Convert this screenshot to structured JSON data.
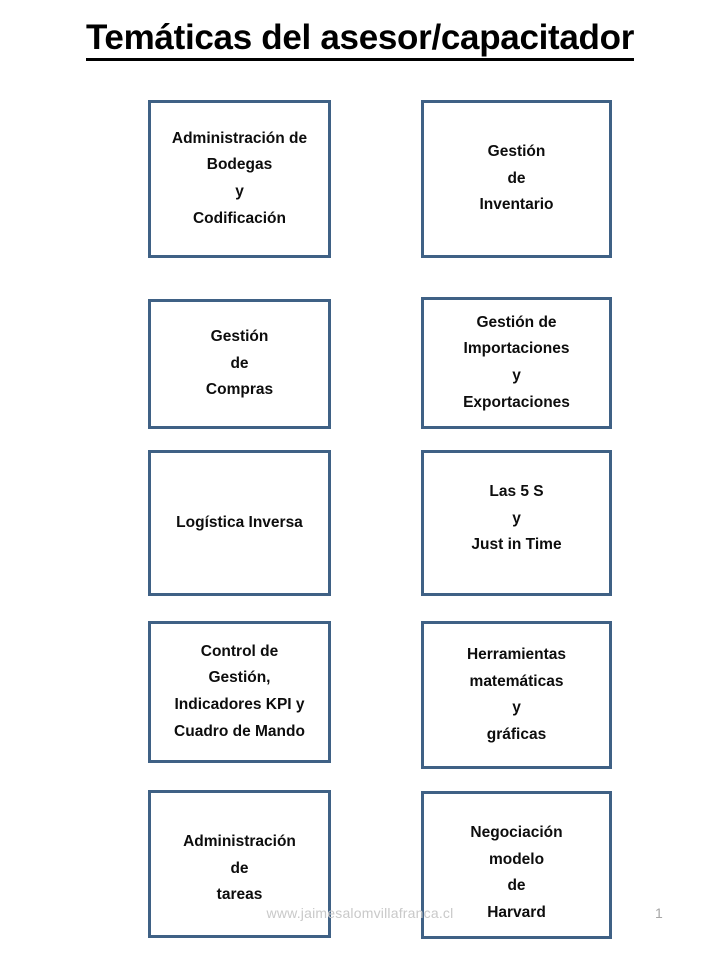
{
  "document": {
    "title": "Temáticas del asesor/capacitador",
    "watermark": "www.jaimesalomvillafranca.cl",
    "page_number": "1",
    "colors": {
      "box_border": "#3f6185",
      "title_text": "#000000",
      "box_text": "#0d0d0d",
      "watermark_text": "#c9c9c9",
      "page_background": "#ffffff"
    }
  },
  "topics": [
    {
      "id": "administracion-bodegas-codificacion",
      "column": "left",
      "row": 1,
      "lines": [
        "Administración de",
        "Bodegas",
        "y",
        "Codificación"
      ]
    },
    {
      "id": "gestion-inventario",
      "column": "right",
      "row": 1,
      "lines": [
        "Gestión",
        "de",
        "Inventario"
      ]
    },
    {
      "id": "gestion-compras",
      "column": "left",
      "row": 2,
      "lines": [
        "Gestión",
        "de",
        "Compras"
      ]
    },
    {
      "id": "gestion-importaciones-exportaciones",
      "column": "right",
      "row": 2,
      "lines": [
        "Gestión de",
        "Importaciones",
        "y",
        "Exportaciones"
      ]
    },
    {
      "id": "logistica-inversa",
      "column": "left",
      "row": 3,
      "lines": [
        "Logística Inversa"
      ]
    },
    {
      "id": "las-5s-just-in-time",
      "column": "right",
      "row": 3,
      "lines": [
        "Las 5 S",
        "y",
        "Just in Time"
      ]
    },
    {
      "id": "control-gestion-kpi-cuadro-mando",
      "column": "left",
      "row": 4,
      "lines": [
        "Control de",
        "Gestión,",
        "Indicadores KPI y",
        "Cuadro de Mando"
      ]
    },
    {
      "id": "herramientas-matematicas-graficas",
      "column": "right",
      "row": 4,
      "lines": [
        "Herramientas",
        "matemáticas",
        "y",
        "gráficas"
      ]
    },
    {
      "id": "administracion-tareas",
      "column": "left",
      "row": 5,
      "lines": [
        "Administración",
        "de",
        "tareas"
      ]
    },
    {
      "id": "negociacion-modelo-harvard",
      "column": "right",
      "row": 5,
      "lines": [
        "Negociación",
        "modelo",
        "de",
        "Harvard"
      ]
    }
  ]
}
